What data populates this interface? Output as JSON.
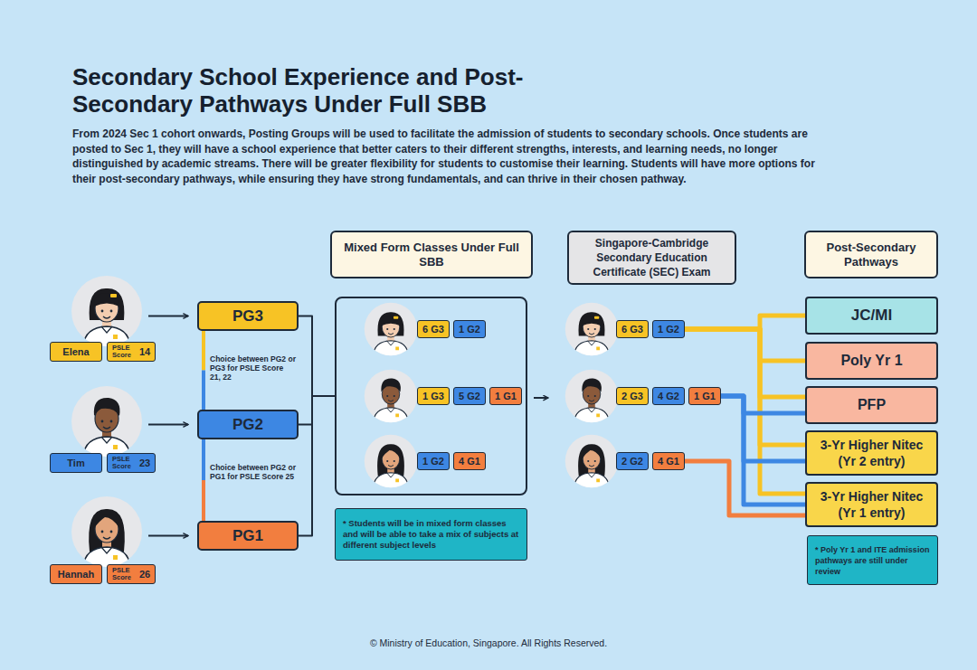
{
  "diagram": {
    "title": "Secondary School Experience and Post-Secondary Pathways Under Full SBB",
    "nodes": [
      {
        "text": [
          "Elena"
        ]
      },
      {
        "text": [
          "PSLE Score",
          "14"
        ]
      },
      {
        "text": [
          "Tim"
        ]
      },
      {
        "text": [
          "PSLE Score",
          "23"
        ]
      },
      {
        "text": [
          "Hannah"
        ]
      },
      {
        "text": [
          "PSLE Score",
          "26"
        ]
      },
      {
        "text": [
          "PG3"
        ]
      },
      {
        "text": [
          "PG2"
        ]
      },
      {
        "text": [
          "PG1"
        ]
      },
      {
        "text": [
          "Mixed Form Classes Under Full SBB"
        ]
      },
      {
        "text": []
      },
      {
        "text": [
          "6 G3"
        ],
        "in": 10
      },
      {
        "text": [
          "1 G2"
        ],
        "in": 10
      },
      {
        "text": [
          "1 G3"
        ],
        "in": 10
      },
      {
        "text": [
          "5 G2"
        ],
        "in": 10
      },
      {
        "text": [
          "1 G1"
        ],
        "in": 10
      },
      {
        "text": [
          "1 G2"
        ],
        "in": 10
      },
      {
        "text": [
          "4 G1"
        ],
        "in": 10
      },
      {
        "text": [
          "* Students will be in mixed form classes and will be able to take a mix of subjects at different subject levels"
        ]
      },
      {
        "text": [
          "Singapore-Cambridge Secondary Education Certificate (SEC) Exam"
        ]
      },
      {
        "text": [
          "6 G3"
        ]
      },
      {
        "text": [
          "1 G2"
        ]
      },
      {
        "text": [
          "2 G3"
        ]
      },
      {
        "text": [
          "4 G2"
        ]
      },
      {
        "text": [
          "1 G1"
        ]
      },
      {
        "text": [
          "2 G2"
        ]
      },
      {
        "text": [
          "4 G1"
        ]
      },
      {
        "text": [
          "Post-Secondary Pathways"
        ]
      },
      {
        "text": [
          "JC/MI"
        ]
      },
      {
        "text": [
          "Poly Yr 1"
        ]
      },
      {
        "text": [
          "PFP"
        ]
      },
      {
        "text": [
          "3-Yr Higher Nitec (Yr 2 entry)"
        ]
      },
      {
        "text": [
          "3-Yr Higher Nitec (Yr 1 entry)"
        ]
      },
      {
        "text": [
          "* Poly Yr 1 and ITE admission pathways are still under review"
        ]
      }
    ],
    "edges": [
      {
        "from": 6,
        "to": 7,
        "arrow": "none"
      },
      {
        "from": 7,
        "to": 8,
        "arrow": "none"
      },
      {
        "from": 6,
        "to": 10,
        "arrow": "none"
      },
      {
        "from": 7,
        "to": 10,
        "arrow": "none"
      },
      {
        "from": 8,
        "to": 10,
        "arrow": "none"
      },
      {
        "from": 21,
        "to": 28,
        "arrow": "none"
      },
      {
        "from": 21,
        "to": 29,
        "arrow": "none"
      },
      {
        "from": 21,
        "to": 30,
        "arrow": "none"
      },
      {
        "from": 21,
        "to": 31,
        "arrow": "none"
      },
      {
        "from": 21,
        "to": 32,
        "arrow": "none"
      },
      {
        "from": 24,
        "to": 30,
        "arrow": "none"
      },
      {
        "from": 24,
        "to": 31,
        "arrow": "none"
      },
      {
        "from": 24,
        "to": 32,
        "arrow": "none"
      },
      {
        "from": 26,
        "to": 32,
        "arrow": "none"
      }
    ],
    "labels": [
      "From 2024 Sec 1 cohort onwards, Posting Groups will be used to facilitate the admission of students to secondary schools. Once students are posted to Sec 1, they will have a school experience that better caters to their different strengths, interests, and learning needs, no longer distinguished by academic streams. There will be greater flexibility for students to customise their learning. Students will have more options for their post-secondary pathways, while ensuring they have strong fundamentals, and can thrive in their chosen pathway.",
      "Choice between PG2 or PG3 for PSLE Score 21, 22",
      "Choice between PG2 or PG1 for PSLE Score 25",
      "© Ministry of Education, Singapore. All Rights Reserved."
    ]
  }
}
